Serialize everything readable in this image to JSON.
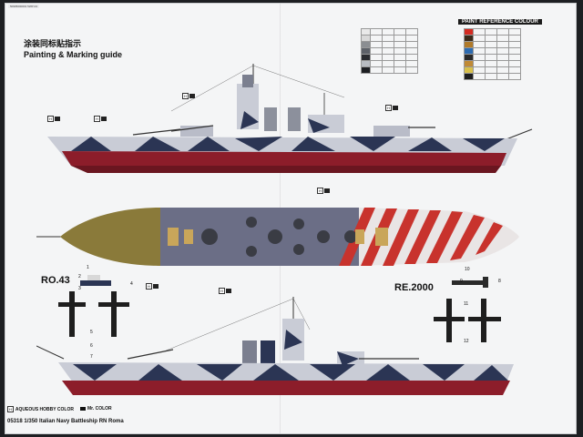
{
  "sheet": {
    "title_cn": "涂装同标贴指示",
    "title_en": "Painting & Marking guide",
    "paint_reference_title": "PAINT REFERENCE COLOUR",
    "aircraft_left": "RO.43",
    "aircraft_right": "RE.2000",
    "footer_model": "05318  1/350  Italian Navy Battleship RN Roma",
    "legend_aqueous": "AQUEOUS HOBBY COLOR",
    "legend_mr": "Mr. COLOR",
    "part_numbers": [
      "1",
      "2",
      "3",
      "4",
      "5",
      "6",
      "7",
      "8",
      "9",
      "10",
      "11",
      "12"
    ],
    "corner_note": "50905000001  5WP-04"
  },
  "colors": {
    "hull_red": "#8c1d2a",
    "camo_dark": "#2b3554",
    "camo_light": "#c9ccd6",
    "deck_olive": "#8a7a3a",
    "deck_grey": "#6b6e86",
    "stripe_red": "#c8332d"
  },
  "paint_swatches_left": [
    "#e9e9e9",
    "#d9d9d9",
    "#8b8e92",
    "#5d6168",
    "#2a2c30",
    "#b8bcc2",
    "#1c1e22"
  ],
  "paint_swatches_right": [
    "#d42b22",
    "#3a2a1a",
    "#b07a2a",
    "#2d6bb0",
    "#2a2a2a",
    "#c08a36",
    "#d8c04a",
    "#1e1e1e"
  ]
}
